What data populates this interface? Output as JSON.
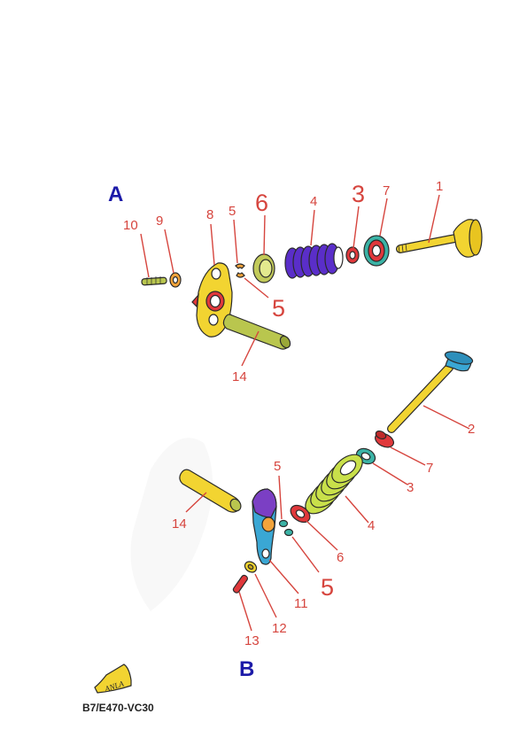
{
  "views": {
    "a": {
      "label": "A"
    },
    "b": {
      "label": "B"
    }
  },
  "callouts_a": {
    "n10": "10",
    "n9": "9",
    "n8": "8",
    "n5": "5",
    "n6": "6",
    "n4": "4",
    "n3": "3",
    "n7": "7",
    "n1": "1",
    "n5b": "5",
    "n14": "14"
  },
  "callouts_b": {
    "n2": "2",
    "n7": "7",
    "n3": "3",
    "n5": "5",
    "n4": "4",
    "n6": "6",
    "n14": "14",
    "n11": "11",
    "n5b": "5",
    "n12": "12",
    "n13": "13"
  },
  "logo": {
    "text": "ANLA"
  },
  "footer": {
    "code": "B7/E470-VC30"
  },
  "colors": {
    "callout": "#d6453e",
    "view_label": "#1c1aa8",
    "valve_yellow": "#f2d431",
    "valve_blue": "#3aa7d4",
    "spring_purple": "#5a2ec9",
    "spring_green": "#c9e04a",
    "seal_teal": "#3bb3a6",
    "retainer_red": "#e0383b",
    "shaft_olive": "#b9c64e",
    "rocker_purple": "#7b3fc4"
  }
}
